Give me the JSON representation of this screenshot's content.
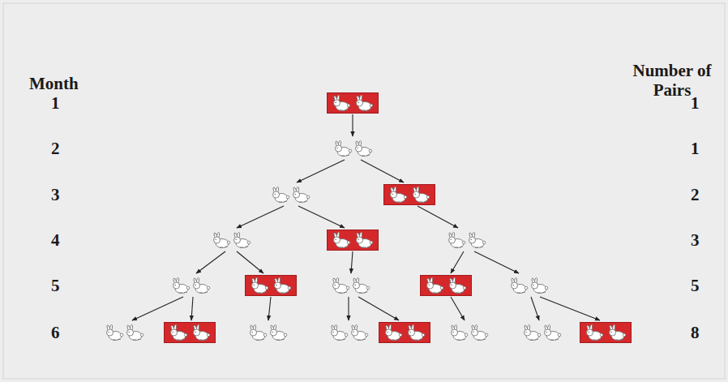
{
  "diagram": {
    "labels": [
      "Month",
      "Number of Pairs",
      "1",
      "1",
      "2",
      "1",
      "3",
      "2",
      "4",
      "3",
      "5",
      "5",
      "6",
      "8"
    ]
  }
}
